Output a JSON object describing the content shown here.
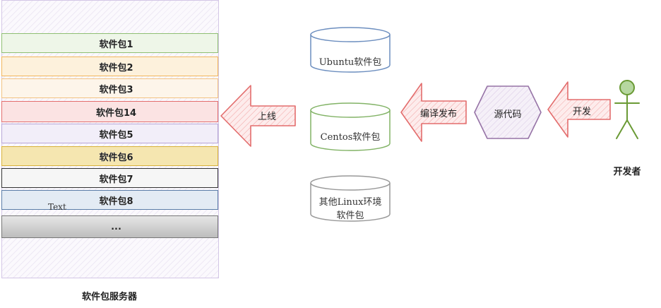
{
  "server": {
    "title": "软件包服务器",
    "text_label": "Text",
    "packages": [
      {
        "label": "软件包1",
        "color": "#8fbf73",
        "fill": "#eef6e8"
      },
      {
        "label": "软件包2",
        "color": "#f2b65a",
        "fill": "#fdf1dc"
      },
      {
        "label": "软件包3",
        "color": "#f2c281",
        "fill": "#fdf5ea"
      },
      {
        "label": "软件包14",
        "color": "#e36d6d",
        "fill": "#fbe3e3"
      },
      {
        "label": "软件包5",
        "color": "#b7a6d6",
        "fill": "#f2eef9"
      },
      {
        "label": "软件包6",
        "color": "#d8b23b",
        "fill": "#f5e6b0"
      },
      {
        "label": "软件包7",
        "color": "#333333",
        "fill": "#f6f6f6"
      },
      {
        "label": "软件包8",
        "color": "#5b7da8",
        "fill": "#e3ebf4"
      },
      {
        "label": "...",
        "color": "#777777",
        "fill": "#cfcfcf"
      }
    ]
  },
  "arrows": {
    "release": "上线",
    "compile": "编译发布",
    "develop": "开发"
  },
  "repos": {
    "ubuntu": "Ubuntu软件包",
    "centos": "Centos软件包",
    "other_line1": "其他Linux环境",
    "other_line2": "软件包"
  },
  "source": "源代码",
  "developer": "开发者",
  "colors": {
    "arrow_stroke": "#e36d6d",
    "arrow_fill": "#fbe3e3",
    "ubuntu": "#6c8ebf",
    "centos": "#82b366",
    "other": "#999999",
    "source_stroke": "#9673a6",
    "developer": "#6a9a35"
  }
}
